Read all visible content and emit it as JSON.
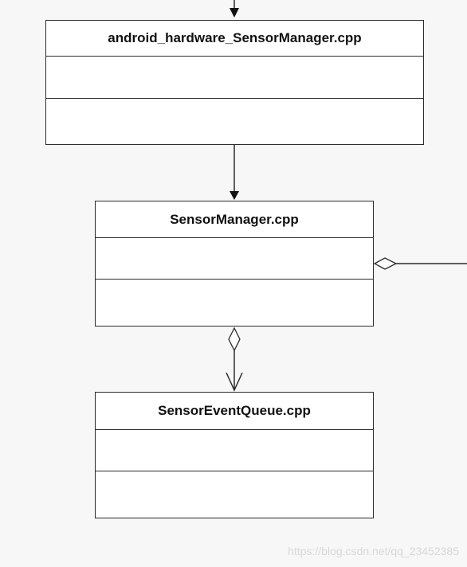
{
  "classes": {
    "android_hardware_sensormanager": {
      "name": "android_hardware_SensorManager.cpp"
    },
    "sensormanager": {
      "name": "SensorManager.cpp"
    },
    "sensoreventqueue": {
      "name": "SensorEventQueue.cpp"
    }
  },
  "relationships": [
    {
      "from": "android_hardware_SensorManager.cpp",
      "to": "SensorManager.cpp",
      "kind": "dependency"
    },
    {
      "from": "SensorManager.cpp",
      "to": "SensorEventQueue.cpp",
      "kind": "aggregation"
    }
  ],
  "watermark": "https://blog.csdn.net/qq_23452385",
  "colors": {
    "background": "#f7f7f7",
    "line": "#2b2b2b",
    "box_fill": "#ffffff"
  }
}
